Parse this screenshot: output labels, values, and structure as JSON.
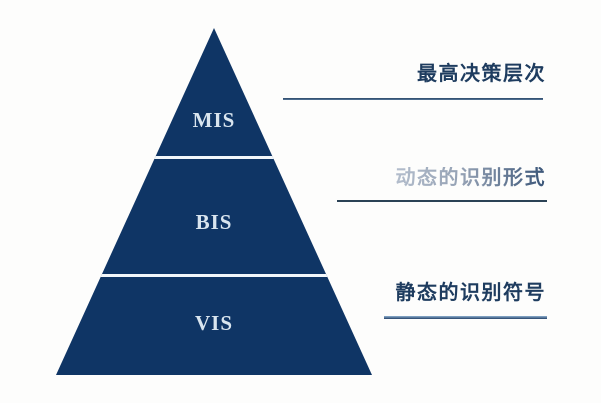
{
  "diagram": {
    "type": "pyramid",
    "pyramid": {
      "fill_color": "#0f3565",
      "divider_color": "#f2f7fb",
      "label_color": "#d9e5ef",
      "levels": [
        {
          "label": "MIS",
          "annotation": "最高决策层次"
        },
        {
          "label": "BIS",
          "annotation": "动态的识别形式"
        },
        {
          "label": "VIS",
          "annotation": "静态的识别符号"
        }
      ]
    },
    "annotation_color": "#1e3c5f",
    "annotation_faded_color": "#7d8ba1",
    "underline_color": "#2b4766",
    "background_color": "#fdfdfc"
  }
}
